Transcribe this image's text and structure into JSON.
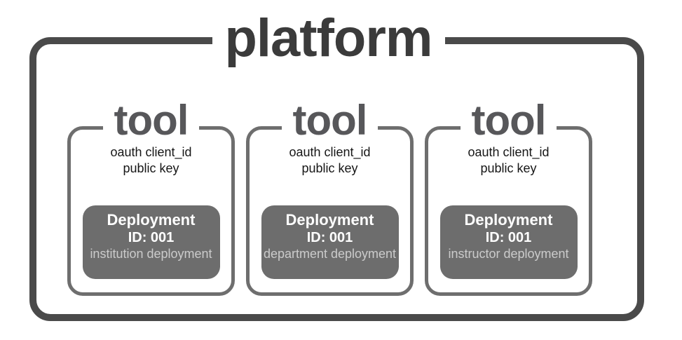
{
  "platform": {
    "label": "platform"
  },
  "tools": [
    {
      "label": "tool",
      "credentials": [
        "oauth client_id",
        "public key"
      ],
      "deployment": {
        "title": "Deployment",
        "id": "ID: 001",
        "subtitle": "institution deployment"
      }
    },
    {
      "label": "tool",
      "credentials": [
        "oauth client_id",
        "public key"
      ],
      "deployment": {
        "title": "Deployment",
        "id": "ID: 001",
        "subtitle": "department deployment"
      }
    },
    {
      "label": "tool",
      "credentials": [
        "oauth client_id",
        "public key"
      ],
      "deployment": {
        "title": "Deployment",
        "id": "ID: 001",
        "subtitle": "instructor deployment"
      }
    }
  ],
  "colors": {
    "background": "#ffffff",
    "platform_border": "#4a4a4a",
    "platform_text": "#3b3b3b",
    "tool_border": "#6e6e6e",
    "tool_text": "#57575a",
    "credentials_text": "#161616",
    "deployment_fill": "#6d6d6d",
    "deployment_title_text": "#ffffff",
    "deployment_subtitle_text": "#cbcbcb"
  }
}
